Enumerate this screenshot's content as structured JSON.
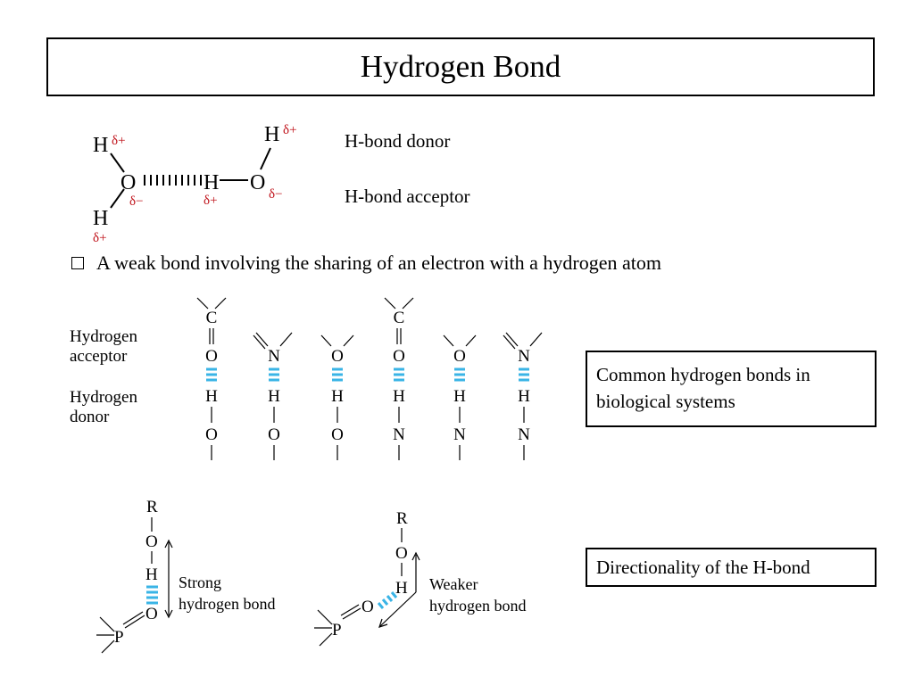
{
  "slide": {
    "title": "Hydrogen Bond",
    "donor_label": "H-bond donor",
    "acceptor_label": "H-bond acceptor",
    "bullet_text": "A weak bond involving the sharing of an electron with a hydrogen atom",
    "common_bonds_caption": "Common hydrogen bonds in biological systems",
    "directionality_caption": "Directionality of the H-bond"
  },
  "water_diagram": {
    "atoms": {
      "h1": "H",
      "o1": "O",
      "h2": "H",
      "h3": "H",
      "o2": "O",
      "h4": "H"
    },
    "charges": {
      "h1": "δ+",
      "o1": "δ−",
      "h2": "δ+",
      "h3": "δ+",
      "o2": "δ−",
      "h4": "δ+"
    },
    "charge_color": "#c0141c"
  },
  "common_bonds": {
    "acceptor_label_line1": "Hydrogen",
    "acceptor_label_line2": "acceptor",
    "donor_label_line1": "Hydrogen",
    "donor_label_line2": "donor",
    "pairs": [
      {
        "top": "C",
        "acceptor": "O",
        "hydrogen": "H",
        "donor": "O"
      },
      {
        "top": "",
        "acceptor": "N",
        "hydrogen": "H",
        "donor": "O"
      },
      {
        "top": "",
        "acceptor": "O",
        "hydrogen": "H",
        "donor": "O"
      },
      {
        "top": "C",
        "acceptor": "O",
        "hydrogen": "H",
        "donor": "N"
      },
      {
        "top": "",
        "acceptor": "O",
        "hydrogen": "H",
        "donor": "N"
      },
      {
        "top": "",
        "acceptor": "N",
        "hydrogen": "H",
        "donor": "N"
      }
    ],
    "hbond_color": "#3ab4e6"
  },
  "directionality": {
    "strong": {
      "r": "R",
      "o_top": "O",
      "h": "H",
      "o_bottom": "O",
      "p": "P",
      "label_line1": "Strong",
      "label_line2": "hydrogen bond"
    },
    "weak": {
      "r": "R",
      "o_top": "O",
      "h": "H",
      "o_bottom": "O",
      "p": "P",
      "label_line1": "Weaker",
      "label_line2": "hydrogen bond"
    }
  }
}
